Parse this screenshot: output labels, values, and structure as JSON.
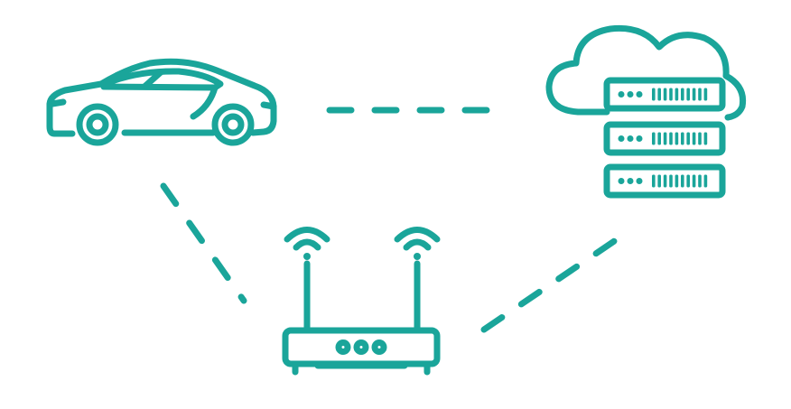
{
  "colors": {
    "accent": "#1aa59a",
    "background": "#ffffff"
  },
  "nodes": [
    {
      "icon": "car-icon"
    },
    {
      "icon": "cloud-server-icon"
    },
    {
      "icon": "wifi-router-icon"
    }
  ],
  "links": [
    {
      "from": "car-icon",
      "to": "cloud-server-icon",
      "style": "dashed"
    },
    {
      "from": "car-icon",
      "to": "wifi-router-icon",
      "style": "dashed"
    },
    {
      "from": "wifi-router-icon",
      "to": "cloud-server-icon",
      "style": "dashed"
    }
  ]
}
